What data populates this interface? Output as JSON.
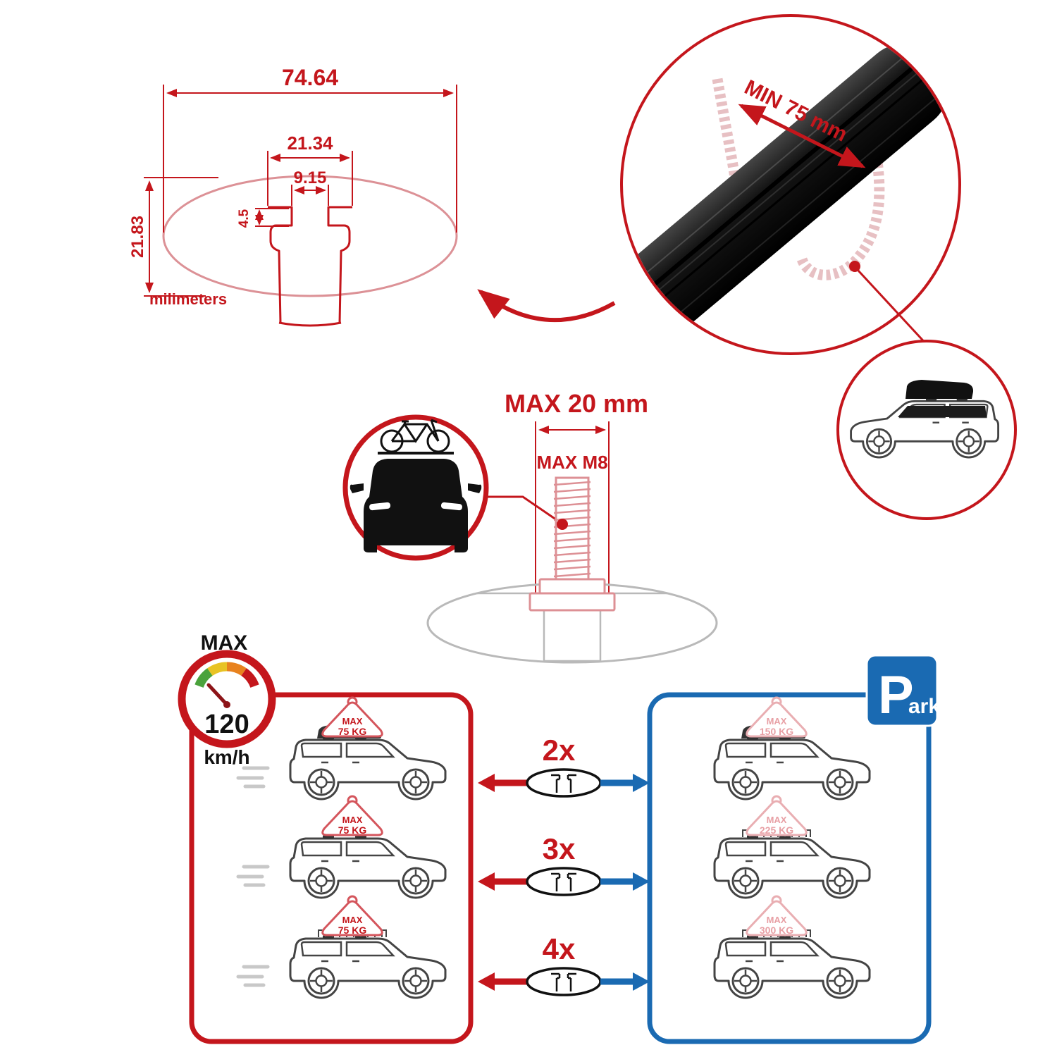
{
  "colors": {
    "red": "#c4161c",
    "light_red": "#dd9095",
    "pink": "#e8a0a5",
    "blue": "#1a6ab2",
    "gray": "#b9b9b9",
    "black": "#111111",
    "gauge_green": "#4aa23c",
    "gauge_yellow": "#e8c324",
    "gauge_orange": "#e8821e",
    "gauge_red": "#c4161c"
  },
  "dimension_diagram": {
    "total_width": "74.64",
    "channel_width": "21.34",
    "slot_width": "9.15",
    "lip_depth": "4.5",
    "height": "21.83",
    "unit_label": "milimeters"
  },
  "zoom_detail": {
    "min_label": "MIN 75 mm"
  },
  "bolt_diagram": {
    "max_width": "MAX 20 mm",
    "max_thread": "MAX M8"
  },
  "speed_gauge": {
    "title": "MAX",
    "value": "120",
    "unit": "km/h"
  },
  "park_sign": {
    "letter": "P",
    "suffix": "ark"
  },
  "driving_panel": {
    "cars": [
      {
        "load_title": "MAX",
        "load_value": "75 KG"
      },
      {
        "load_title": "MAX",
        "load_value": "75 KG"
      },
      {
        "load_title": "MAX",
        "load_value": "75 KG"
      }
    ]
  },
  "parked_panel": {
    "cars": [
      {
        "load_title": "MAX",
        "load_value": "150 KG"
      },
      {
        "load_title": "MAX",
        "load_value": "225 KG"
      },
      {
        "load_title": "MAX",
        "load_value": "300 KG"
      }
    ]
  },
  "multipliers": [
    {
      "label": "2x"
    },
    {
      "label": "3x"
    },
    {
      "label": "4x"
    }
  ]
}
